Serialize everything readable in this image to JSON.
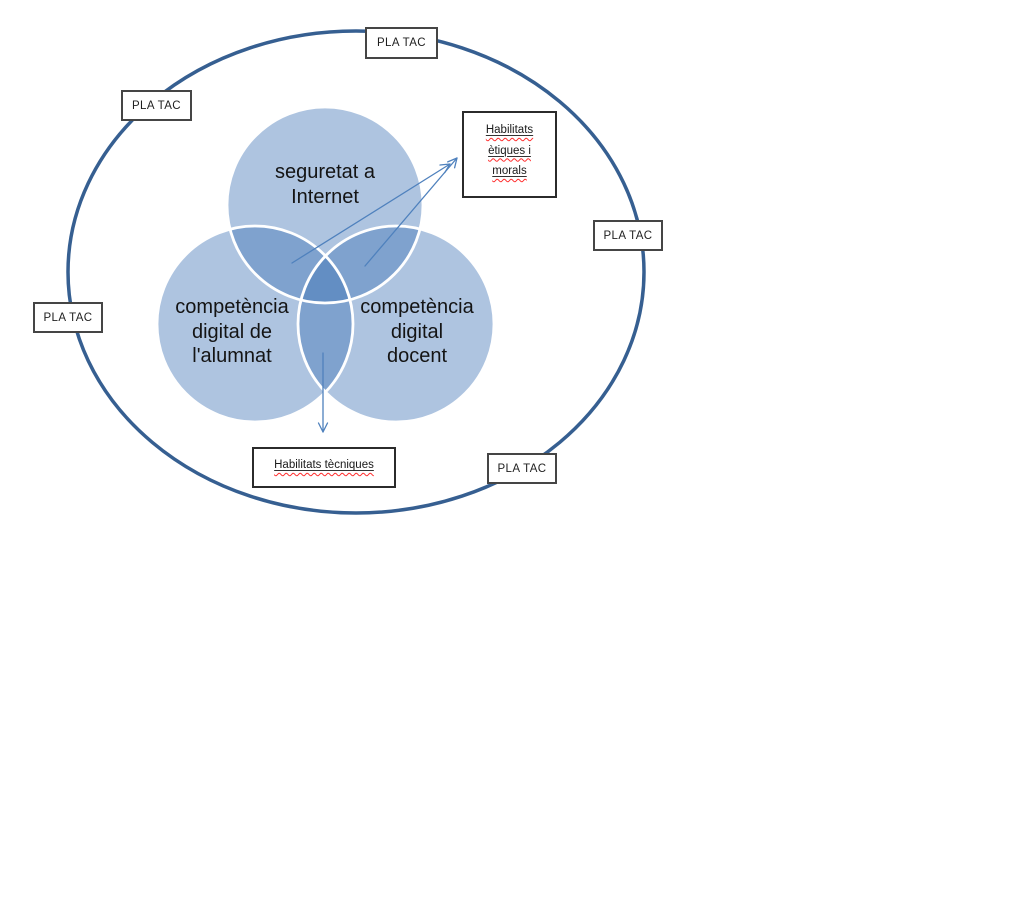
{
  "colors": {
    "ellipse_stroke": "#365f91",
    "circle_fill": "#3f72b5",
    "circle_stroke": "#ffffff",
    "arrow": "#4f81bd",
    "tag_border": "#454545",
    "callout_border": "#2b2b2b",
    "spellcheck_red": "#ff2a2a",
    "text": "#1a1a1a"
  },
  "pla_tac": {
    "top": "PLA TAC",
    "upper_left": "PLA TAC",
    "right": "PLA TAC",
    "left": "PLA TAC",
    "bottom_right": "PLA TAC"
  },
  "venn": {
    "top_circle": {
      "line1": "seguretat a",
      "line2": "Internet"
    },
    "left_circle": {
      "line1": "competència",
      "line2": "digital de",
      "line3": "l'alumnat"
    },
    "right_circle": {
      "line1": "competència",
      "line2": "digital",
      "line3": "docent"
    }
  },
  "callouts": {
    "ethics": {
      "line1": "Habilitats",
      "line2": "ètiques i",
      "line3": "morals"
    },
    "technical": {
      "line1": "Habilitats tècniques"
    }
  }
}
